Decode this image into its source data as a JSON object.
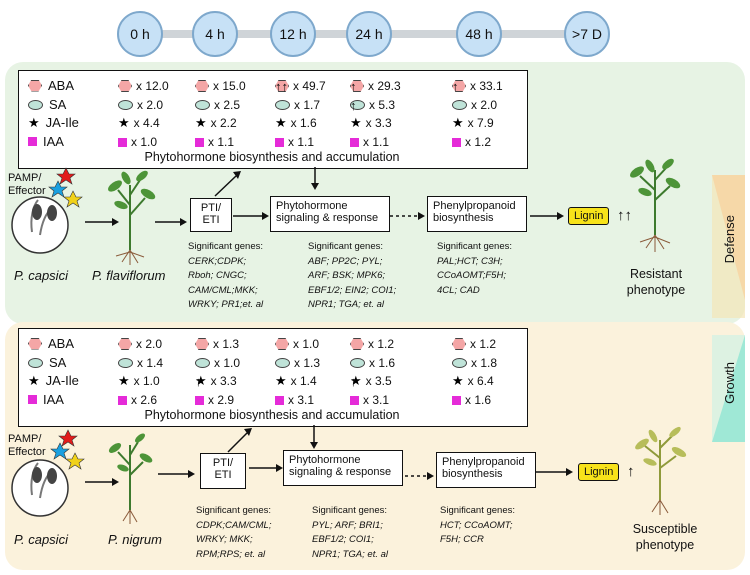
{
  "timeline": [
    "0 h",
    "4 h",
    "12 h",
    "24 h",
    "48 h",
    ">7 D"
  ],
  "legend": {
    "aba": "ABA",
    "sa": "SA",
    "ja": "JA-Ile",
    "iaa": "IAA"
  },
  "hormone_caption": "Phytohormone biosynthesis and accumulation",
  "side_labels": {
    "defense": "Defense",
    "growth": "Growth"
  },
  "top": {
    "values": {
      "aba": [
        "x 12.0",
        "x 15.0",
        "x 49.7",
        "x 29.3",
        "x 33.1"
      ],
      "sa": [
        "x 2.0",
        "x 2.5",
        "x 1.7",
        "x 5.3",
        "x 2.0"
      ],
      "ja": [
        "x 4.4",
        "x 2.2",
        "x 1.6",
        "x 3.3",
        "x 7.9"
      ],
      "iaa": [
        "x 1.0",
        "x 1.1",
        "x 1.1",
        "x 1.1",
        "x 1.2"
      ]
    },
    "arrows": {
      "aba_12h": "↑↑",
      "aba_24h": "↑",
      "aba_48h": "↑",
      "sa_24h": "↑"
    },
    "pamp": "PAMP/",
    "effector": "Effector",
    "pathogen": "P. capsici",
    "plant": "P. flaviflorum",
    "pti": "PTI/",
    "eti": "ETI",
    "signaling_1": "Phytohormone",
    "signaling_2": "signaling & response",
    "phenyl_1": "Phenylpropanoid",
    "phenyl_2": "biosynthesis",
    "lignin": "Lignin",
    "lignin_arrow": "↑↑",
    "genes_title": "Significant genes:",
    "genes_pti": [
      "CERK;CDPK;",
      "Rboh; CNGC;",
      "CAM/CML;MKK;",
      "WRKY; PR1;et. al"
    ],
    "genes_sig": [
      "ABF; PP2C; PYL;",
      "ARF; BSK; MPK6;",
      "EBF1/2; EIN2; COI1;",
      "NPR1; TGA; et. al"
    ],
    "genes_phe": [
      "PAL;HCT; C3H;",
      "CCoAOMT;F5H;",
      "4CL; CAD"
    ],
    "phenotype": [
      "Resistant",
      "phenotype"
    ]
  },
  "bottom": {
    "values": {
      "aba": [
        "x 2.0",
        "x 1.3",
        "x 1.0",
        "x 1.2",
        "x 1.2"
      ],
      "sa": [
        "x 1.4",
        "x 1.0",
        "x 1.3",
        "x 1.6",
        "x 1.8"
      ],
      "ja": [
        "x 1.0",
        "x 3.3",
        "x 1.4",
        "x 3.5",
        "x 6.4"
      ],
      "iaa": [
        "x 2.6",
        "x 2.9",
        "x 3.1",
        "x 3.1",
        "x 1.6"
      ]
    },
    "arrows": {
      "ja_4h": "↑",
      "ja_24h": "↑"
    },
    "pamp": "PAMP/",
    "effector": "Effector",
    "pathogen": "P. capsici",
    "plant": "P. nigrum",
    "pti": "PTI/",
    "eti": "ETI",
    "signaling_1": "Phytohormone",
    "signaling_2": "signaling & response",
    "phenyl_1": "Phenylpropanoid",
    "phenyl_2": "biosynthesis",
    "lignin": "Lignin",
    "lignin_arrow": "↑",
    "genes_title": "Significant genes:",
    "genes_pti": [
      "CDPK;CAM/CML;",
      "WRKY; MKK;",
      "RPM;RPS; et. al"
    ],
    "genes_sig": [
      "PYL; ARF; BRI1;",
      "EBF1/2; COI1;",
      "NPR1; TGA; et. al"
    ],
    "genes_phe": [
      "HCT; CCoAOMT;",
      "F5H; CCR"
    ],
    "phenotype": [
      "Susceptible",
      "phenotype"
    ]
  },
  "colors": {
    "defense_panel": "#e7f3e4",
    "growth_panel": "#fbf2dc",
    "time_node": "#c7e1f6",
    "lignin": "#f7e21a",
    "aba": "#f4a6a6",
    "sa": "#bfe3d8",
    "iaa": "#e52bd8"
  }
}
